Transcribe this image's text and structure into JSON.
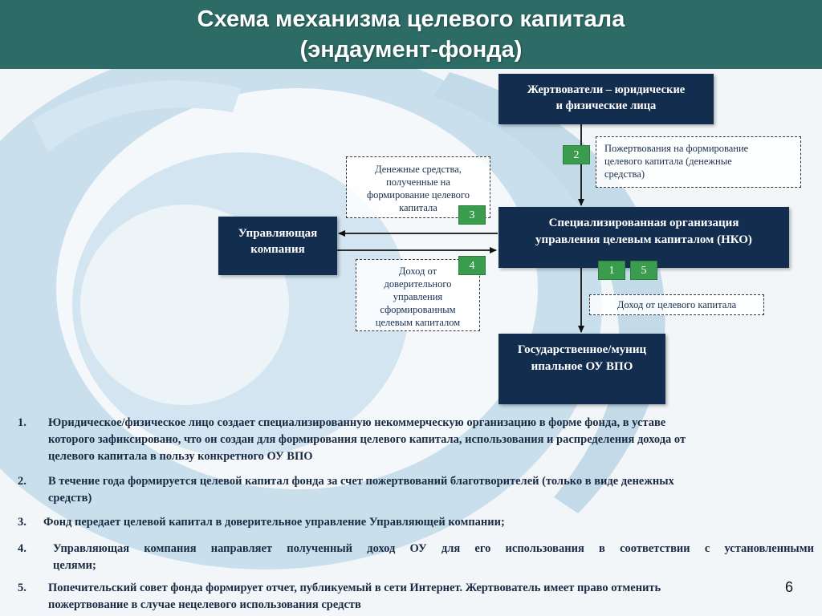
{
  "title": {
    "line1": "Схема механизма целевого капитала",
    "line2": "(эндаумент-фонда)"
  },
  "boxes": {
    "donors": [
      "Жертвователи – юридические",
      "и физические лица"
    ],
    "nko": [
      "Специализированная организация",
      "управления целевым капиталом (НКО)"
    ],
    "management_company": [
      "Управляющая",
      "компания"
    ],
    "university": [
      "Государственное/муниц",
      "ипальное ОУ ВПО"
    ]
  },
  "dashed_labels": {
    "donations": [
      "Пожертвования на  формирование",
      "целевого капитала (денежные",
      "средства)"
    ],
    "funds_received": [
      "Денежные средства,",
      "полученные на",
      "формирование целевого",
      "капитала"
    ],
    "trust_income": [
      "Доход от",
      "доверительного",
      "управления",
      "сформированным",
      "целевым капиталом"
    ],
    "capital_income": [
      "Доход от целевого капитала"
    ]
  },
  "step_badges": {
    "b2": "2",
    "b3": "3",
    "b4": "4",
    "b1": "1",
    "b5": "5"
  },
  "notes": [
    {
      "num": "1.",
      "lines": [
        "Юридическое/физическое лицо создает специализированную некоммерческую организацию в форме фонда, в уставе",
        "которого зафиксировано, что он создан для формирования целевого капитала, использования и распределения дохода от",
        "целевого капитала в пользу конкретного ОУ ВПО"
      ]
    },
    {
      "num": "2.",
      "lines": [
        "В течение года формируется целевой капитал фонда за счет пожертвований благотворителей (только в виде денежных",
        "средств)"
      ]
    },
    {
      "num": "3.",
      "lines": [
        "Фонд передает целевой капитал в доверительное управление Управляющей компании;"
      ]
    },
    {
      "num": "4.",
      "lines": [
        "Управляющая компания направляет полученный доход ОУ для его использования в соответствии с установленными",
        "целями;"
      ]
    },
    {
      "num": "5.",
      "lines": [
        "Попечительский совет фонда формирует отчет, публикуемый в сети Интернет. Жертвователь имеет право отменить",
        "пожертвование в случае нецелевого использования средств"
      ]
    }
  ],
  "page_number": "6",
  "colors": {
    "title_bar": "#2d6b66",
    "box_fill": "#132d4f",
    "badge_fill": "#3a9d4e",
    "swirl": "#bcd6e6"
  }
}
